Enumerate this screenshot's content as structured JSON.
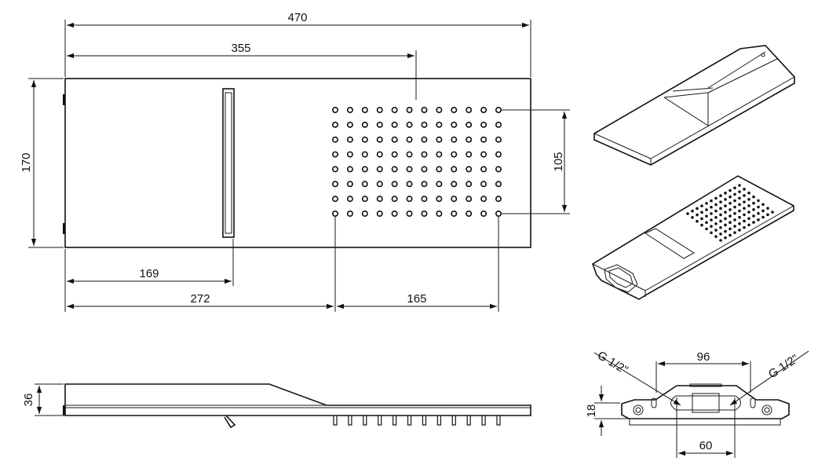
{
  "top_view": {
    "dimensions": {
      "total_width": "470",
      "spray_center": "355",
      "height": "170",
      "nozzle_field_height": "105",
      "waterfall_position": "169",
      "nozzle_field_start": "272",
      "nozzle_field_width": "165"
    },
    "nozzle_grid": {
      "columns": 12,
      "rows": 8
    }
  },
  "side_view": {
    "dimensions": {
      "thickness": "36"
    },
    "nozzle_count": 12
  },
  "end_view": {
    "dimensions": {
      "inlet_spacing": "96",
      "inlet_height": "18",
      "inner_width": "60"
    },
    "inlet_left_label": "G 1/2\"",
    "inlet_right_label": "G 1/2\""
  },
  "colors": {
    "line": "#111111",
    "background": "#ffffff"
  }
}
